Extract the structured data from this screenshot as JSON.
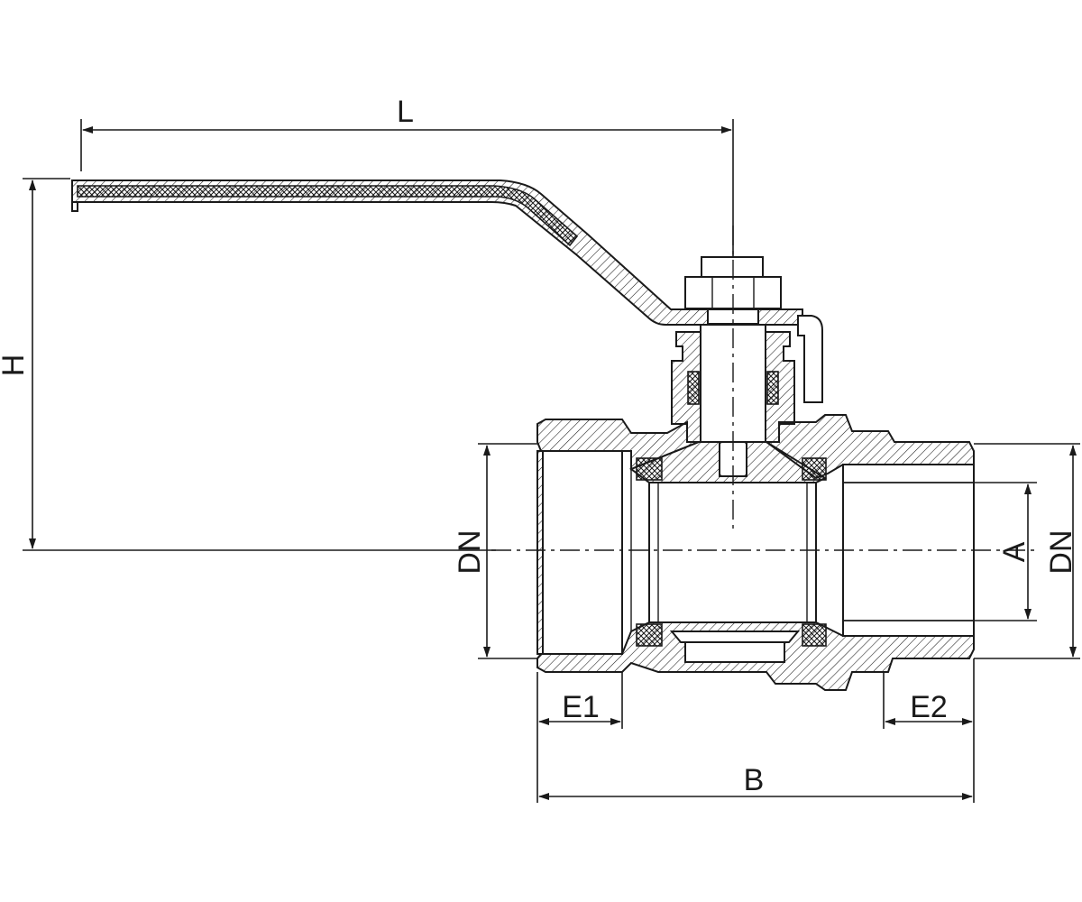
{
  "labels": {
    "L": "L",
    "H": "H",
    "DN_left": "DN",
    "DN_right": "DN",
    "A": "A",
    "E1": "E1",
    "E2": "E2",
    "B": "B"
  }
}
